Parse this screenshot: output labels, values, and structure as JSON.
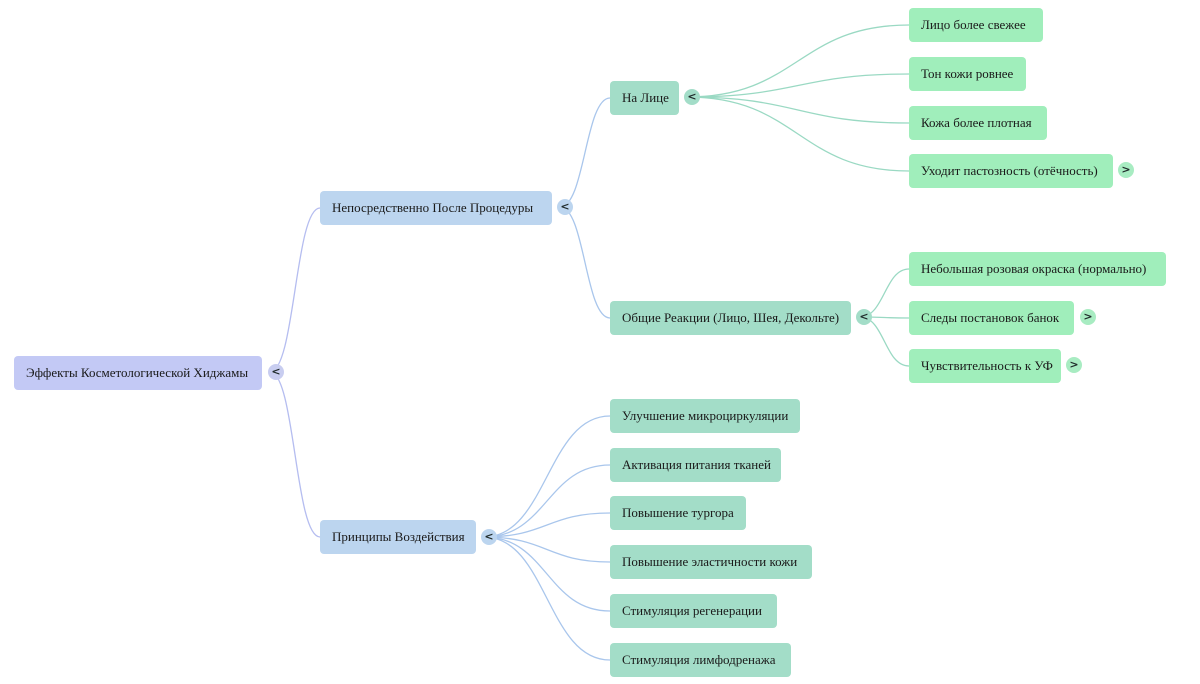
{
  "mindmap": {
    "root": {
      "label": "Эффекты Косметологической Хиджамы",
      "toggle": "<"
    },
    "immediate": {
      "label": "Непосредственно После Процедуры",
      "toggle": "<"
    },
    "face": {
      "label": "На Лице",
      "toggle": "<"
    },
    "face_items": [
      {
        "label": "Лицо более свежее"
      },
      {
        "label": "Тон кожи ровнее"
      },
      {
        "label": "Кожа более плотная"
      },
      {
        "label": "Уходит пастозность (отёчность)",
        "toggle": ">"
      }
    ],
    "general": {
      "label": "Общие Реакции (Лицо, Шея, Декольте)",
      "toggle": "<"
    },
    "general_items": [
      {
        "label": "Небольшая розовая окраска (нормально)"
      },
      {
        "label": "Следы постановок банок",
        "toggle": ">"
      },
      {
        "label": "Чувствительность к УФ",
        "toggle": ">"
      }
    ],
    "principles": {
      "label": "Принципы Воздействия",
      "toggle": "<"
    },
    "principles_items": [
      {
        "label": "Улучшение микроциркуляции"
      },
      {
        "label": "Активация питания тканей"
      },
      {
        "label": "Повышение тургора"
      },
      {
        "label": "Повышение эластичности кожи"
      },
      {
        "label": "Стимуляция регенерации"
      },
      {
        "label": "Стимуляция лимфодренажа"
      }
    ]
  },
  "colors": {
    "root_node": "#c3c9f5",
    "level1_node": "#bcd5ef",
    "level2_node": "#a3ddc8",
    "level3_node": "#a0eebb",
    "edge_root": "#b5bdf0",
    "edge_level1": "#a9c6ec",
    "edge_level2": "#9ad9c3"
  }
}
